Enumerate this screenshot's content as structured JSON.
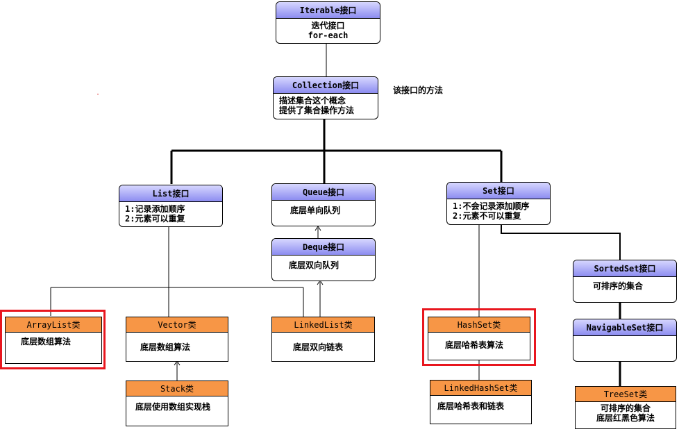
{
  "iterable": {
    "title": "Iterable接口",
    "lines": [
      "迭代接口",
      "for-each"
    ]
  },
  "collection": {
    "title": "Collection接口",
    "lines": [
      "描述集合这个概念",
      "提供了集合操作方法"
    ]
  },
  "collection_note": "该接口的方法",
  "list": {
    "title": "List接口",
    "lines": [
      "1:记录添加顺序",
      "2:元素可以重复"
    ]
  },
  "queue": {
    "title": "Queue接口",
    "lines": [
      "底层单向队列"
    ]
  },
  "deque": {
    "title": "Deque接口",
    "lines": [
      "底层双向队列"
    ]
  },
  "set": {
    "title": "Set接口",
    "lines": [
      "1:不会记录添加顺序",
      "2:元素不可以重复"
    ]
  },
  "sortedset": {
    "title": "SortedSet接口",
    "lines": [
      "可排序的集合"
    ]
  },
  "navigableset": {
    "title": "NavigableSet接口",
    "lines": []
  },
  "arraylist": {
    "title": "ArrayList类",
    "lines": [
      "底层数组算法"
    ]
  },
  "vector": {
    "title": "Vector类",
    "lines": [
      "底层数组算法"
    ]
  },
  "stack": {
    "title": "Stack类",
    "lines": [
      "底层使用数组实现栈"
    ]
  },
  "linkedlist": {
    "title": "LinkedList类",
    "lines": [
      "底层双向链表"
    ]
  },
  "hashset": {
    "title": "HashSet类",
    "lines": [
      "底层哈希表算法"
    ]
  },
  "linkedhashset": {
    "title": "LinkedHashSet类",
    "lines": [
      "底层哈希表和链表"
    ]
  },
  "treeset": {
    "title": "TreeSet类",
    "lines": [
      "可排序的集合",
      "底层红黑色算法"
    ]
  },
  "colors": {
    "interface_header": "#8c8cf0",
    "class_header": "#f79646",
    "highlight": "#e8161e"
  }
}
